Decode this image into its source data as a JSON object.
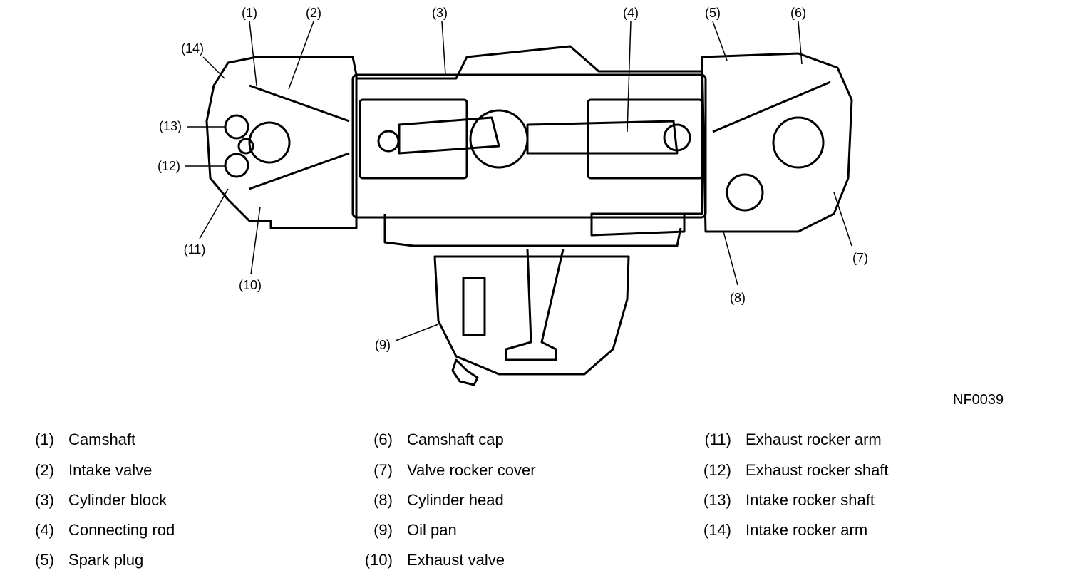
{
  "diagram": {
    "figure_id": "NF0039",
    "callouts": [
      "(1)",
      "(2)",
      "(3)",
      "(4)",
      "(5)",
      "(6)",
      "(7)",
      "(8)",
      "(9)",
      "(10)",
      "(11)",
      "(12)",
      "(13)",
      "(14)"
    ]
  },
  "legend": [
    {
      "num": "(1)",
      "label": "Camshaft"
    },
    {
      "num": "(2)",
      "label": "Intake valve"
    },
    {
      "num": "(3)",
      "label": "Cylinder block"
    },
    {
      "num": "(4)",
      "label": "Connecting rod"
    },
    {
      "num": "(5)",
      "label": "Spark plug"
    },
    {
      "num": "(6)",
      "label": "Camshaft cap"
    },
    {
      "num": "(7)",
      "label": "Valve rocker cover"
    },
    {
      "num": "(8)",
      "label": "Cylinder head"
    },
    {
      "num": "(9)",
      "label": "Oil pan"
    },
    {
      "num": "(10)",
      "label": "Exhaust valve"
    },
    {
      "num": "(11)",
      "label": "Exhaust rocker arm"
    },
    {
      "num": "(12)",
      "label": "Exhaust rocker shaft"
    },
    {
      "num": "(13)",
      "label": "Intake rocker shaft"
    },
    {
      "num": "(14)",
      "label": "Intake rocker arm"
    }
  ]
}
